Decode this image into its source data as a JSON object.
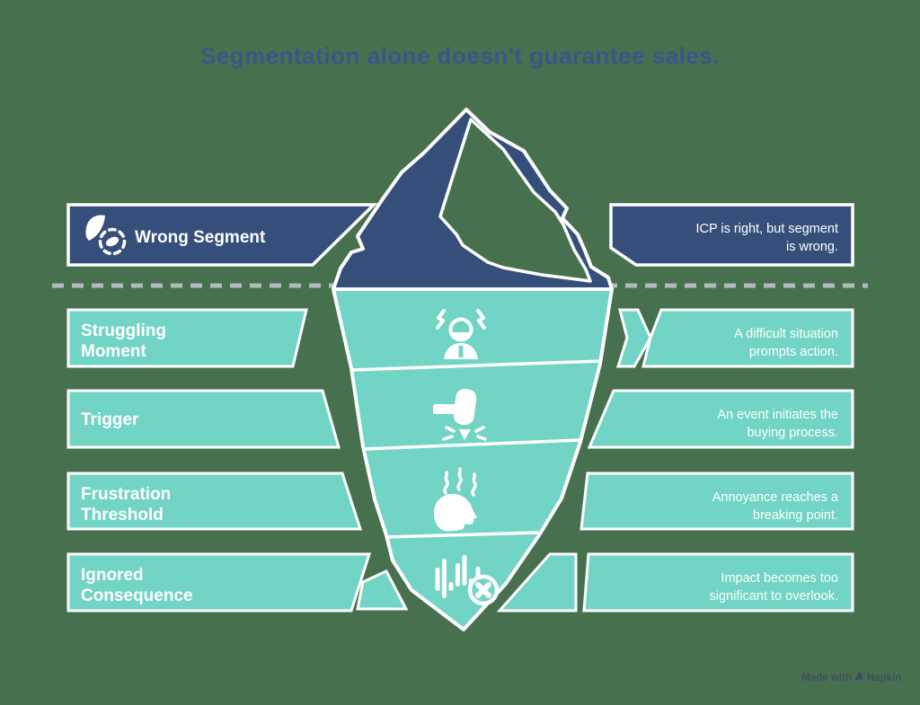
{
  "title": "Segmentation alone doesn't guarantee sales.",
  "rows": [
    {
      "label_lines": [
        "Wrong Segment"
      ],
      "desc_lines": [
        "ICP is right, but segment",
        "is wrong."
      ],
      "icon": "segment-icon",
      "tone": "navy"
    },
    {
      "label_lines": [
        "Struggling",
        "Moment"
      ],
      "desc_lines": [
        "A difficult situation",
        "prompts action."
      ],
      "icon": "struggling-person-icon",
      "tone": "teal"
    },
    {
      "label_lines": [
        "Trigger"
      ],
      "desc_lines": [
        "An event initiates the",
        "buying process."
      ],
      "icon": "hammer-impact-icon",
      "tone": "teal"
    },
    {
      "label_lines": [
        "Frustration",
        "Threshold"
      ],
      "desc_lines": [
        "Annoyance reaches a",
        "breaking point."
      ],
      "icon": "frustrated-head-icon",
      "tone": "teal"
    },
    {
      "label_lines": [
        "Ignored",
        "Consequence"
      ],
      "desc_lines": [
        "Impact becomes too",
        "significant to overlook."
      ],
      "icon": "muted-sound-icon",
      "tone": "teal"
    }
  ],
  "watermark": {
    "prefix": "Made with",
    "brand": "Napkin"
  },
  "colors": {
    "background": "#47714e",
    "navy": "#364f7a",
    "teal": "#72d4c4",
    "outline": "#ffffff",
    "waterline": "#b2bac0",
    "title": "#3a5589",
    "watermark": "#3f4b66"
  }
}
